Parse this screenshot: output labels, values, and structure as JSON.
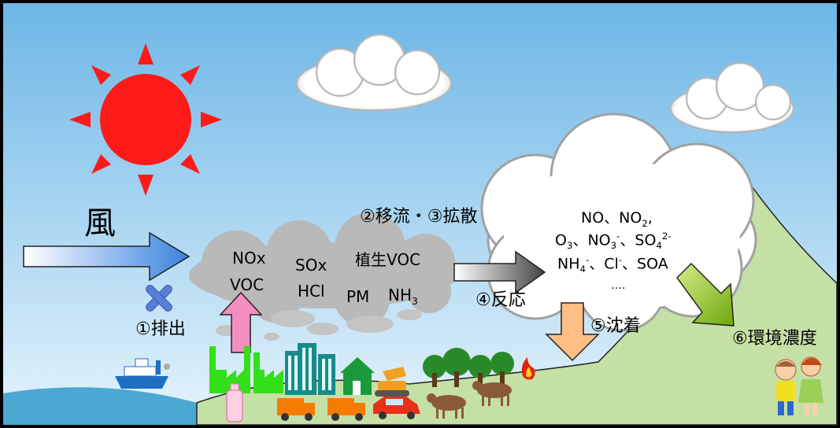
{
  "diagram": {
    "wind_label": "風",
    "emission_step": "①排出",
    "transport_step": "②移流・③拡散",
    "reaction_step": "④反応",
    "deposition_step": "⑤沈着",
    "concentration_step": "⑥環境濃度",
    "emitted_species": {
      "nox": "NOx",
      "voc": "VOC",
      "sox": "SOx",
      "hcl": "HCl",
      "plant_voc": "植生VOC",
      "pm": "PM",
      "nh3_base": "NH",
      "nh3_sub": "3"
    },
    "product_species": {
      "line1": [
        "NO、NO",
        "2",
        ","
      ],
      "line2": [
        "O",
        "3",
        "、NO",
        "3",
        "-",
        "、SO",
        "4",
        "2-"
      ],
      "line3": [
        "NH",
        "4",
        "-",
        "、Cl",
        "-",
        "、SOA"
      ],
      "line4": "…."
    }
  },
  "colors": {
    "sky_top": "#6fb8e6",
    "sky_bottom": "#dceefa",
    "sun": "#ff1a1a",
    "cloud_fill": "#ffffff",
    "cloud_edge": "#bdbdbd",
    "pollution": "#bbbbbb",
    "hill": "#c5e0a5",
    "sea": "#4aa8d2",
    "wind_arrow": "#4a8be0",
    "emission_arrow": "#f58ec0",
    "deposition_arrow": "#ffbf86",
    "concentration_arrow": "#8bc014"
  }
}
